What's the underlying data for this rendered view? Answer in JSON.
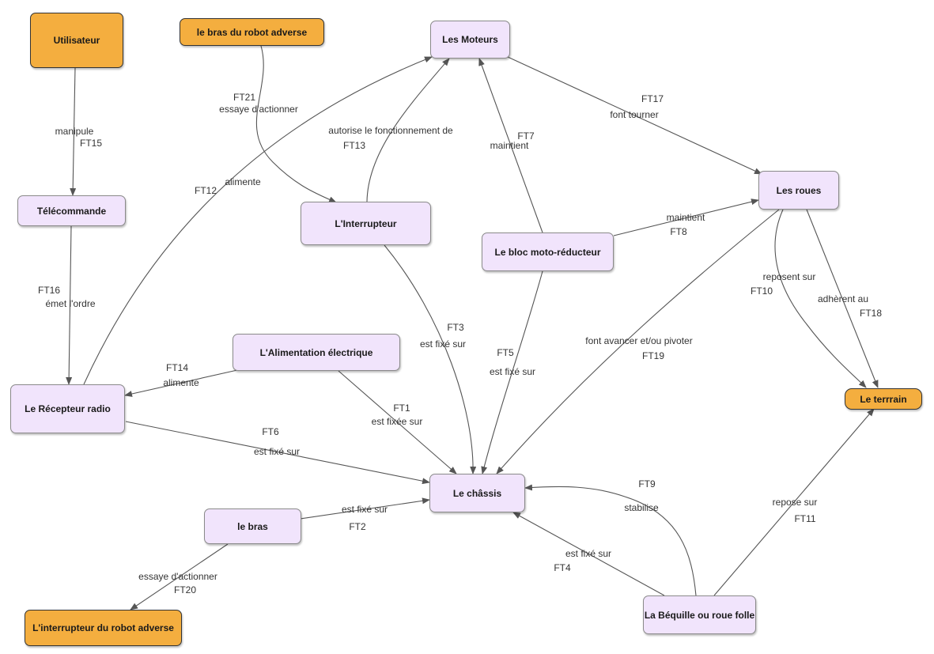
{
  "colors": {
    "internal_node": "#f1e4fc",
    "external_node": "#f4ae3f",
    "edge": "#555555"
  },
  "nodes": {
    "utilisateur": "Utilisateur",
    "bras_adverse": "le bras du robot adverse",
    "moteurs": "Les Moteurs",
    "telecommande": "Télécommande",
    "interrupteur": "L'Interrupteur",
    "bloc": "Le bloc moto-réducteur",
    "roues": "Les roues",
    "alimentation": "L'Alimentation électrique",
    "recepteur": "Le Récepteur radio",
    "terrain": "Le terrrain",
    "chassis": "Le châssis",
    "bras": "le bras",
    "interrupteur_adverse": "L'interrupteur du robot adverse",
    "bequille": "La Béquille ou roue folle"
  },
  "edges": {
    "ft15": {
      "code": "FT15",
      "verb": "manipule"
    },
    "ft21": {
      "code": "FT21",
      "verb": "essaye d'actionner"
    },
    "ft13": {
      "code": "FT13",
      "verb": "autorise le fonctionnement de"
    },
    "ft7": {
      "code": "FT7",
      "verb": "maintient"
    },
    "ft17": {
      "code": "FT17",
      "verb": "font tourner"
    },
    "ft12": {
      "code": "FT12",
      "verb": "alimente"
    },
    "ft8": {
      "code": "FT8",
      "verb": "maintient"
    },
    "ft16": {
      "code": "FT16",
      "verb": "émet l'ordre"
    },
    "ft10": {
      "code": "FT10",
      "verb": "reposent sur"
    },
    "ft18": {
      "code": "FT18",
      "verb": "adhèrent au"
    },
    "ft3": {
      "code": "FT3",
      "verb": "est fixé sur"
    },
    "ft5": {
      "code": "FT5",
      "verb": "est fixé sur"
    },
    "ft19": {
      "code": "FT19",
      "verb": "font avancer et/ou pivoter"
    },
    "ft14": {
      "code": "FT14",
      "verb": "alimente"
    },
    "ft1": {
      "code": "FT1",
      "verb": "est fixée sur"
    },
    "ft6": {
      "code": "FT6",
      "verb": "est fixé sur"
    },
    "ft9": {
      "code": "FT9",
      "verb": "stabilise"
    },
    "ft11": {
      "code": "FT11",
      "verb": "repose sur"
    },
    "ft2": {
      "code": "FT2",
      "verb": "est fixé sur"
    },
    "ft4": {
      "code": "FT4",
      "verb": "est fixé sur"
    },
    "ft20": {
      "code": "FT20",
      "verb": "essaye d'actionner"
    }
  }
}
